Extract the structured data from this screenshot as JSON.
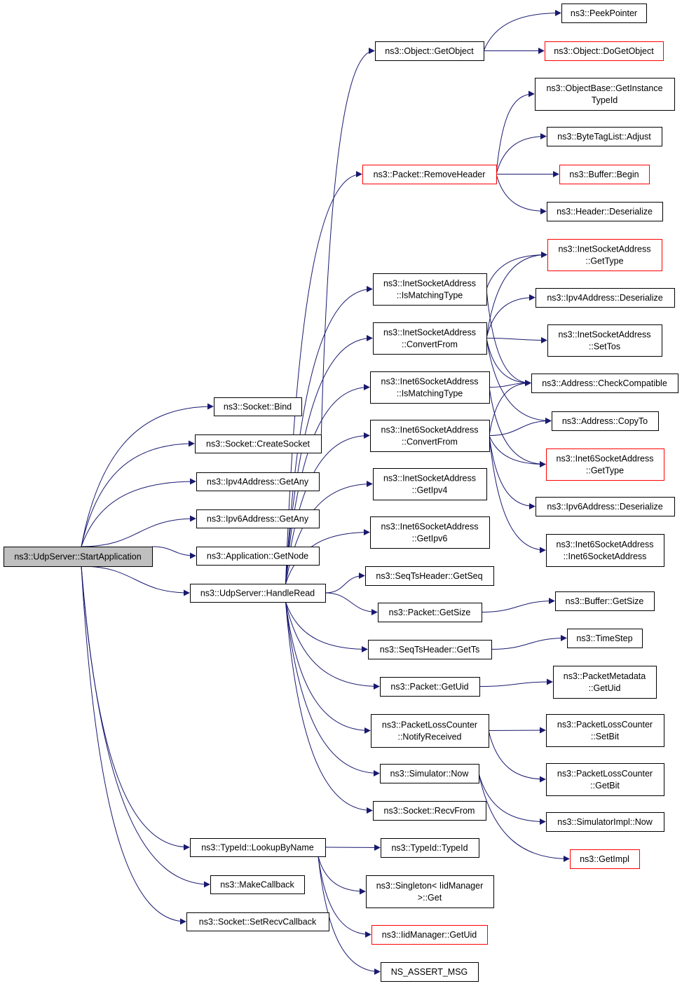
{
  "colors": {
    "edge": "#191970",
    "border": "#000000",
    "border_red": "#ff0000",
    "root_fill": "#bfbfbf",
    "node_fill": "#ffffff"
  },
  "nodes": {
    "start_application": {
      "label": [
        "ns3::UdpServer::StartApplication"
      ],
      "style": "root"
    },
    "socket_bind": {
      "label": [
        "ns3::Socket::Bind"
      ],
      "style": "normal"
    },
    "socket_create": {
      "label": [
        "ns3::Socket::CreateSocket"
      ],
      "style": "normal"
    },
    "ipv4_getany": {
      "label": [
        "ns3::Ipv4Address::GetAny"
      ],
      "style": "normal"
    },
    "ipv6_getany": {
      "label": [
        "ns3::Ipv6Address::GetAny"
      ],
      "style": "normal"
    },
    "app_getnode": {
      "label": [
        "ns3::Application::GetNode"
      ],
      "style": "normal"
    },
    "handle_read": {
      "label": [
        "ns3::UdpServer::HandleRead"
      ],
      "style": "normal"
    },
    "lookup_by_name": {
      "label": [
        "ns3::TypeId::LookupByName"
      ],
      "style": "normal"
    },
    "make_callback": {
      "label": [
        "ns3::MakeCallback"
      ],
      "style": "normal"
    },
    "set_recv_callback": {
      "label": [
        "ns3::Socket::SetRecvCallback"
      ],
      "style": "normal"
    },
    "object_getobject": {
      "label": [
        "ns3::Object::GetObject"
      ],
      "style": "normal"
    },
    "packet_removeheader": {
      "label": [
        "ns3::Packet::RemoveHeader"
      ],
      "style": "red"
    },
    "inet_ismatching": {
      "label": [
        "ns3::InetSocketAddress",
        "::IsMatchingType"
      ],
      "style": "normal"
    },
    "inet_convertfrom": {
      "label": [
        "ns3::InetSocketAddress",
        "::ConvertFrom"
      ],
      "style": "normal"
    },
    "inet6_ismatching": {
      "label": [
        "ns3::Inet6SocketAddress",
        "::IsMatchingType"
      ],
      "style": "normal"
    },
    "inet6_convertfrom": {
      "label": [
        "ns3::Inet6SocketAddress",
        "::ConvertFrom"
      ],
      "style": "normal"
    },
    "inet_getipv4": {
      "label": [
        "ns3::InetSocketAddress",
        "::GetIpv4"
      ],
      "style": "normal"
    },
    "inet6_getipv6": {
      "label": [
        "ns3::Inet6SocketAddress",
        "::GetIpv6"
      ],
      "style": "normal"
    },
    "seqts_getseq": {
      "label": [
        "ns3::SeqTsHeader::GetSeq"
      ],
      "style": "normal"
    },
    "packet_getsize": {
      "label": [
        "ns3::Packet::GetSize"
      ],
      "style": "normal"
    },
    "seqts_getts": {
      "label": [
        "ns3::SeqTsHeader::GetTs"
      ],
      "style": "normal"
    },
    "packet_getuid": {
      "label": [
        "ns3::Packet::GetUid"
      ],
      "style": "normal"
    },
    "plc_notify": {
      "label": [
        "ns3::PacketLossCounter",
        "::NotifyReceived"
      ],
      "style": "normal"
    },
    "sim_now": {
      "label": [
        "ns3::Simulator::Now"
      ],
      "style": "normal"
    },
    "socket_recvfrom": {
      "label": [
        "ns3::Socket::RecvFrom"
      ],
      "style": "normal"
    },
    "typeid_typeid": {
      "label": [
        "ns3::TypeId::TypeId"
      ],
      "style": "normal"
    },
    "singleton_get": {
      "label": [
        "ns3::Singleton< IidManager",
        ">::Get"
      ],
      "style": "normal"
    },
    "iidmanager_getuid": {
      "label": [
        "ns3::IidManager::GetUid"
      ],
      "style": "red"
    },
    "ns_assert_msg": {
      "label": [
        "NS_ASSERT_MSG"
      ],
      "style": "normal"
    },
    "peek_pointer": {
      "label": [
        "ns3::PeekPointer"
      ],
      "style": "normal"
    },
    "object_dogetobject": {
      "label": [
        "ns3::Object::DoGetObject"
      ],
      "style": "red"
    },
    "objectbase_getinstance": {
      "label": [
        "ns3::ObjectBase::GetInstance",
        "TypeId"
      ],
      "style": "normal"
    },
    "bytetaglist_adjust": {
      "label": [
        "ns3::ByteTagList::Adjust"
      ],
      "style": "normal"
    },
    "buffer_begin": {
      "label": [
        "ns3::Buffer::Begin"
      ],
      "style": "red"
    },
    "header_deserialize": {
      "label": [
        "ns3::Header::Deserialize"
      ],
      "style": "normal"
    },
    "inet_gettype": {
      "label": [
        "ns3::InetSocketAddress",
        "::GetType"
      ],
      "style": "red"
    },
    "ipv4_deserialize": {
      "label": [
        "ns3::Ipv4Address::Deserialize"
      ],
      "style": "normal"
    },
    "inet_settos": {
      "label": [
        "ns3::InetSocketAddress",
        "::SetTos"
      ],
      "style": "normal"
    },
    "address_checkcompatible": {
      "label": [
        "ns3::Address::CheckCompatible"
      ],
      "style": "normal"
    },
    "address_copyto": {
      "label": [
        "ns3::Address::CopyTo"
      ],
      "style": "normal"
    },
    "inet6_gettype": {
      "label": [
        "ns3::Inet6SocketAddress",
        "::GetType"
      ],
      "style": "red"
    },
    "ipv6_deserialize": {
      "label": [
        "ns3::Ipv6Address::Deserialize"
      ],
      "style": "normal"
    },
    "inet6_ctor": {
      "label": [
        "ns3::Inet6SocketAddress",
        "::Inet6SocketAddress"
      ],
      "style": "normal"
    },
    "buffer_getsize": {
      "label": [
        "ns3::Buffer::GetSize"
      ],
      "style": "normal"
    },
    "timestep": {
      "label": [
        "ns3::TimeStep"
      ],
      "style": "normal"
    },
    "pktmeta_getuid": {
      "label": [
        "ns3::PacketMetadata",
        "::GetUid"
      ],
      "style": "normal"
    },
    "plc_setbit": {
      "label": [
        "ns3::PacketLossCounter",
        "::SetBit"
      ],
      "style": "normal"
    },
    "plc_getbit": {
      "label": [
        "ns3::PacketLossCounter",
        "::GetBit"
      ],
      "style": "normal"
    },
    "simimpl_now": {
      "label": [
        "ns3::SimulatorImpl::Now"
      ],
      "style": "normal"
    },
    "get_impl": {
      "label": [
        "ns3::GetImpl"
      ],
      "style": "red"
    }
  },
  "edges": [
    [
      "start_application",
      "socket_bind"
    ],
    [
      "start_application",
      "socket_create"
    ],
    [
      "start_application",
      "ipv4_getany"
    ],
    [
      "start_application",
      "ipv6_getany"
    ],
    [
      "start_application",
      "app_getnode"
    ],
    [
      "start_application",
      "handle_read"
    ],
    [
      "start_application",
      "lookup_by_name"
    ],
    [
      "start_application",
      "make_callback"
    ],
    [
      "start_application",
      "set_recv_callback"
    ],
    [
      "socket_create",
      "object_getobject"
    ],
    [
      "handle_read",
      "packet_removeheader"
    ],
    [
      "handle_read",
      "inet_ismatching"
    ],
    [
      "handle_read",
      "inet_convertfrom"
    ],
    [
      "handle_read",
      "inet6_ismatching"
    ],
    [
      "handle_read",
      "inet6_convertfrom"
    ],
    [
      "handle_read",
      "inet_getipv4"
    ],
    [
      "handle_read",
      "inet6_getipv6"
    ],
    [
      "handle_read",
      "seqts_getseq"
    ],
    [
      "handle_read",
      "packet_getsize"
    ],
    [
      "handle_read",
      "seqts_getts"
    ],
    [
      "handle_read",
      "packet_getuid"
    ],
    [
      "handle_read",
      "plc_notify"
    ],
    [
      "handle_read",
      "sim_now"
    ],
    [
      "handle_read",
      "socket_recvfrom"
    ],
    [
      "lookup_by_name",
      "typeid_typeid"
    ],
    [
      "lookup_by_name",
      "singleton_get"
    ],
    [
      "lookup_by_name",
      "iidmanager_getuid"
    ],
    [
      "lookup_by_name",
      "ns_assert_msg"
    ],
    [
      "object_getobject",
      "peek_pointer"
    ],
    [
      "object_getobject",
      "object_dogetobject"
    ],
    [
      "packet_removeheader",
      "objectbase_getinstance"
    ],
    [
      "packet_removeheader",
      "bytetaglist_adjust"
    ],
    [
      "packet_removeheader",
      "buffer_begin"
    ],
    [
      "packet_removeheader",
      "header_deserialize"
    ],
    [
      "inet_ismatching",
      "inet_gettype"
    ],
    [
      "inet_ismatching",
      "address_checkcompatible"
    ],
    [
      "inet_convertfrom",
      "inet_gettype"
    ],
    [
      "inet_convertfrom",
      "ipv4_deserialize"
    ],
    [
      "inet_convertfrom",
      "inet_settos"
    ],
    [
      "inet_convertfrom",
      "address_checkcompatible"
    ],
    [
      "inet_convertfrom",
      "address_copyto"
    ],
    [
      "inet6_ismatching",
      "address_checkcompatible"
    ],
    [
      "inet6_ismatching",
      "inet6_gettype"
    ],
    [
      "inet6_convertfrom",
      "address_checkcompatible"
    ],
    [
      "inet6_convertfrom",
      "address_copyto"
    ],
    [
      "inet6_convertfrom",
      "inet6_gettype"
    ],
    [
      "inet6_convertfrom",
      "ipv6_deserialize"
    ],
    [
      "inet6_convertfrom",
      "inet6_ctor"
    ],
    [
      "packet_getsize",
      "buffer_getsize"
    ],
    [
      "seqts_getts",
      "timestep"
    ],
    [
      "packet_getuid",
      "pktmeta_getuid"
    ],
    [
      "plc_notify",
      "plc_setbit"
    ],
    [
      "plc_notify",
      "plc_getbit"
    ],
    [
      "sim_now",
      "simimpl_now"
    ],
    [
      "sim_now",
      "get_impl"
    ]
  ]
}
